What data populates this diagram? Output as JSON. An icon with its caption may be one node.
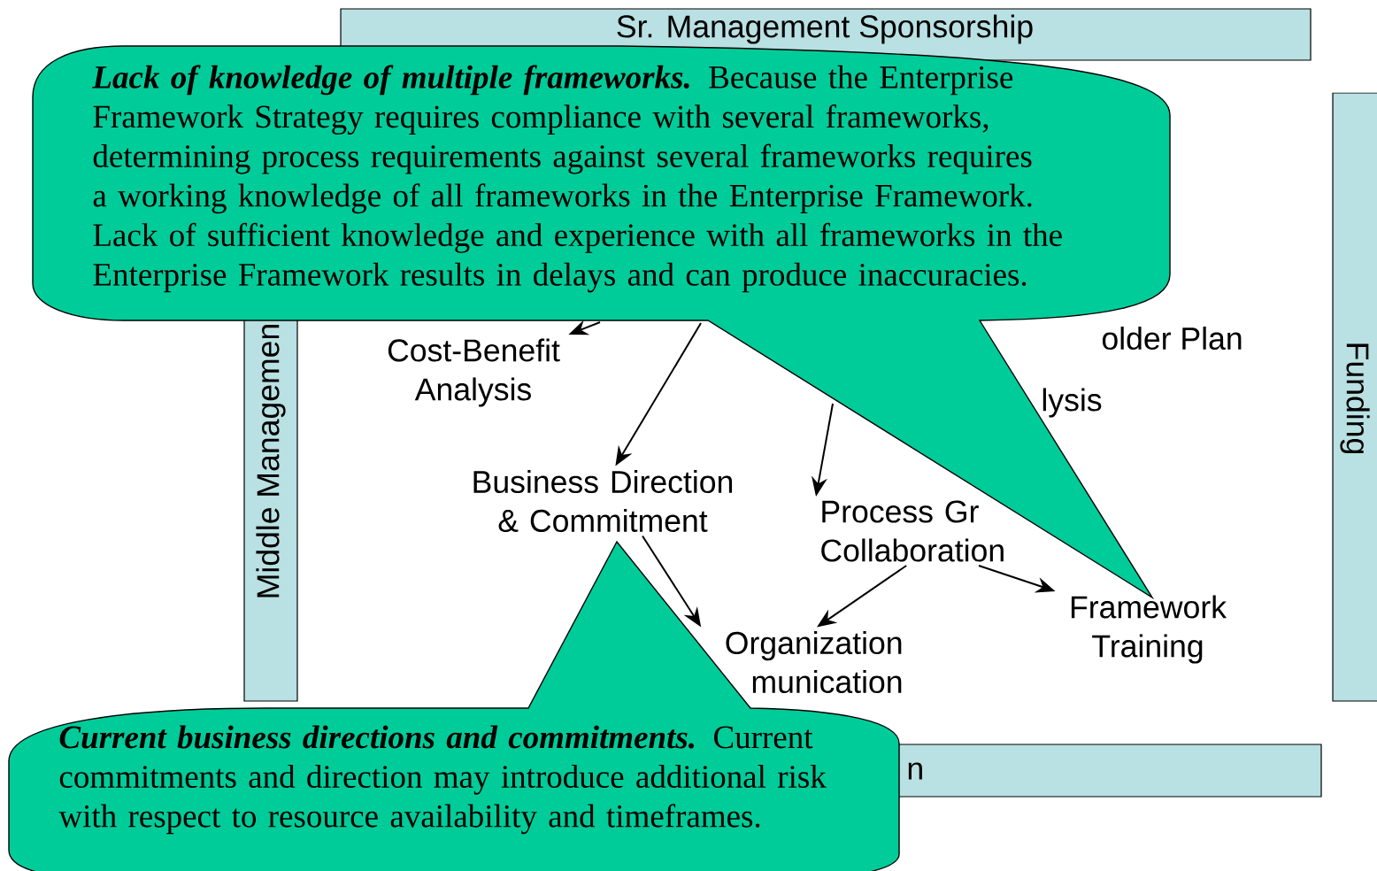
{
  "diagram": {
    "nodes": [
      {
        "text": [
          "Sr. Management Sponsorship"
        ]
      },
      {
        "text": [
          "Funding"
        ]
      },
      {
        "text": [
          "Middle Managemen"
        ]
      },
      {
        "text": [
          "n"
        ]
      },
      {
        "text": [
          "Cost-Benefit Analysis"
        ]
      },
      {
        "text": [
          "older Plan"
        ]
      },
      {
        "text": [
          "lysis"
        ]
      },
      {
        "text": [
          "Business Direction & Commitment"
        ]
      },
      {
        "text": [
          "Process Gr Collaboration"
        ]
      },
      {
        "text": [
          "Organization munication"
        ]
      },
      {
        "text": [
          "Framework Training"
        ]
      },
      {
        "text": [
          "Lack of knowledge of multiple frameworks.",
          "Because the Enterprise Framework Strategy requires compliance with several frameworks, determining process requirements against several frameworks requires a working knowledge of all frameworks in the Enterprise Framework. Lack of sufficient knowledge and experience with all frameworks in the Enterprise Framework results in delays and can produce inaccuracies."
        ]
      },
      {
        "text": [
          "Current business directions and commitments.",
          "Current commitments and direction may introduce additional risk with respect to resource availability and timeframes."
        ]
      }
    ],
    "edges": [
      {
        "from": 11,
        "to": 4,
        "arrow": "to"
      },
      {
        "from": 11,
        "to": 7,
        "arrow": "to"
      },
      {
        "from": 11,
        "to": 8,
        "arrow": "to"
      },
      {
        "from": 7,
        "to": 9,
        "arrow": "to"
      },
      {
        "from": 8,
        "to": 9,
        "arrow": "to"
      },
      {
        "from": 8,
        "to": 10,
        "arrow": "to"
      }
    ]
  }
}
